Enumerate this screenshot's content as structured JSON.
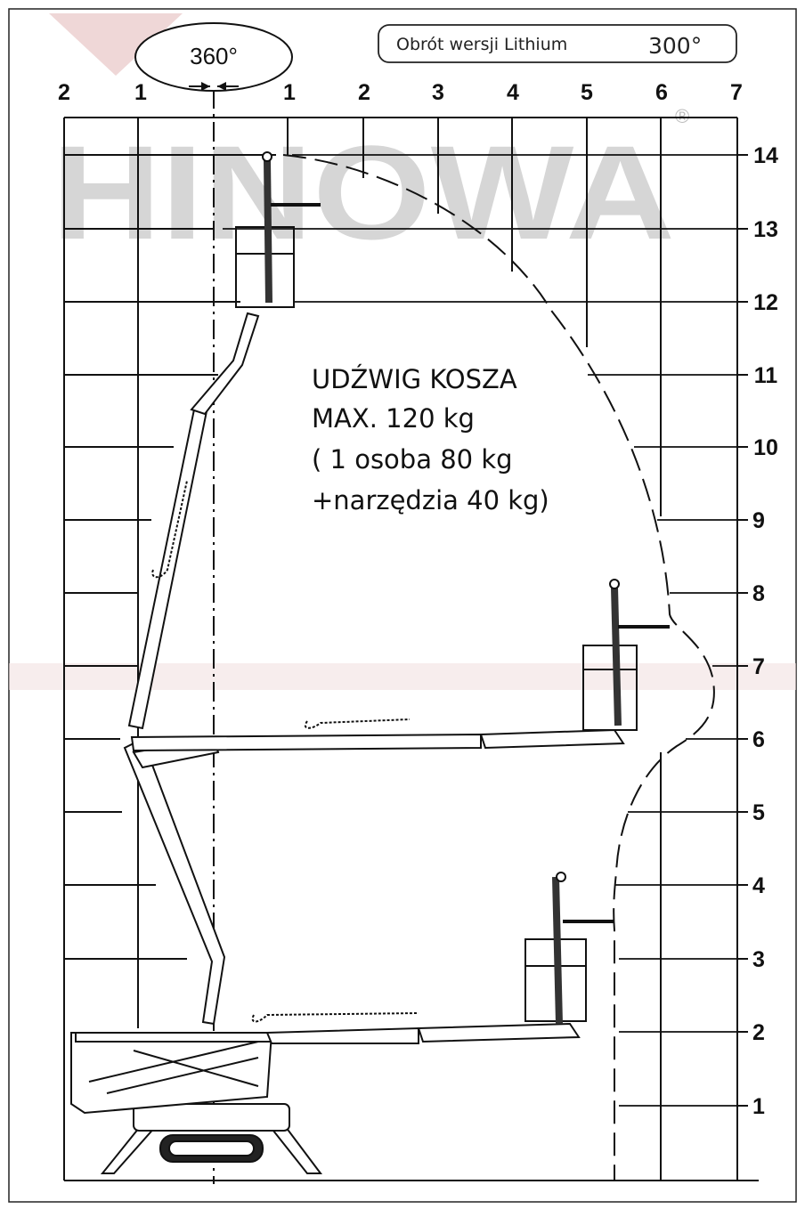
{
  "watermark": {
    "brand": "HINOWA",
    "registered": "®"
  },
  "rotation": {
    "full_label": "360°"
  },
  "lithium_badge": {
    "label": "Obrót wersji Lithium",
    "value": "300°"
  },
  "x_axis": {
    "left_ticks": [
      "2",
      "1"
    ],
    "right_ticks": [
      "1",
      "2",
      "3",
      "4",
      "5",
      "6",
      "7"
    ]
  },
  "y_axis": {
    "ticks": [
      "14",
      "13",
      "12",
      "11",
      "10",
      "9",
      "8",
      "7",
      "6",
      "5",
      "4",
      "3",
      "2",
      "1"
    ]
  },
  "capacity_note": {
    "line1": "UDŹWIG KOSZA",
    "line2": "MAX. 120 kg",
    "line3": "( 1 osoba 80 kg",
    "line4": "+narzędzia 40 kg)"
  }
}
